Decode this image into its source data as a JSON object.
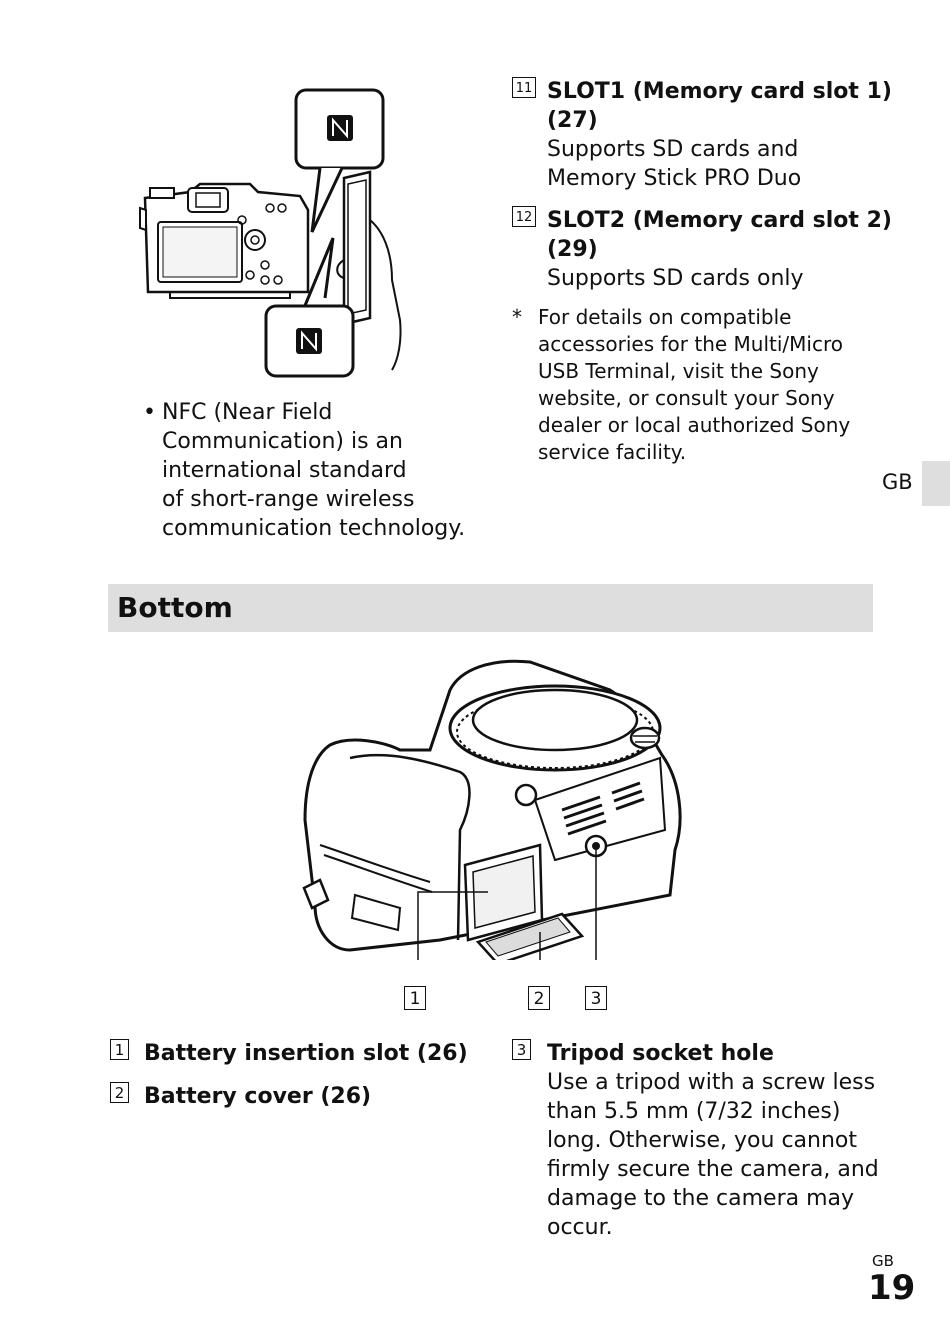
{
  "nfc": {
    "bullet": "•",
    "lines": [
      "NFC (Near Field",
      "Communication) is an",
      "international standard",
      "of short-range wireless",
      "communication technology."
    ]
  },
  "slots": [
    {
      "num": "11",
      "title_lines": [
        "SLOT1 (Memory card slot 1)",
        "(27)"
      ],
      "desc_lines": [
        "Supports SD cards and",
        "Memory Stick PRO Duo"
      ]
    },
    {
      "num": "12",
      "title_lines": [
        "SLOT2 (Memory card slot 2)",
        "(29)"
      ],
      "desc_lines": [
        "Supports SD cards only"
      ]
    }
  ],
  "footnote": {
    "mark": "*",
    "lines": [
      "For details on compatible",
      "accessories for the Multi/Micro",
      "USB Terminal, visit the Sony",
      "website, or consult your Sony",
      "dealer or local authorized Sony",
      "service facility."
    ]
  },
  "side_tab": "GB",
  "section": {
    "title": "Bottom"
  },
  "callouts": [
    "1",
    "2",
    "3"
  ],
  "items": [
    {
      "num": "1",
      "title": "Battery insertion slot (26)"
    },
    {
      "num": "2",
      "title": "Battery cover (26)"
    },
    {
      "num": "3",
      "title": "Tripod socket hole",
      "desc_lines": [
        "Use a tripod with a screw less",
        "than 5.5 mm (7/32 inches)",
        "long. Otherwise, you cannot",
        "firmly secure the camera, and",
        "damage to the camera may",
        "occur."
      ]
    }
  ],
  "footer": {
    "region": "GB",
    "page": "19"
  }
}
